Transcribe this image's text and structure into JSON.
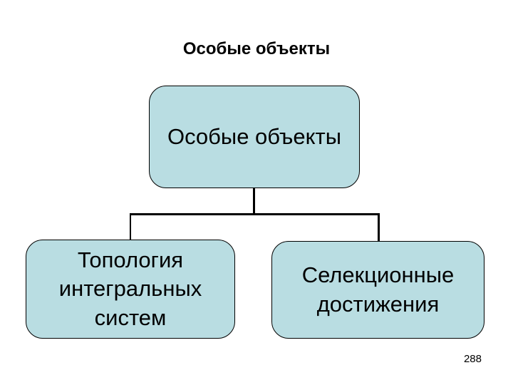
{
  "slide": {
    "title": "Особые объекты",
    "page_number": "288",
    "colors": {
      "background": "#ffffff",
      "box_fill": "#b9dde2",
      "box_border": "#000000",
      "connector": "#000000",
      "text": "#000000"
    },
    "diagram": {
      "type": "hierarchy",
      "root": {
        "label": "Особые объекты"
      },
      "children": [
        {
          "label": "Топология интегральных систем"
        },
        {
          "label": "Селекционные достижения"
        }
      ]
    }
  }
}
